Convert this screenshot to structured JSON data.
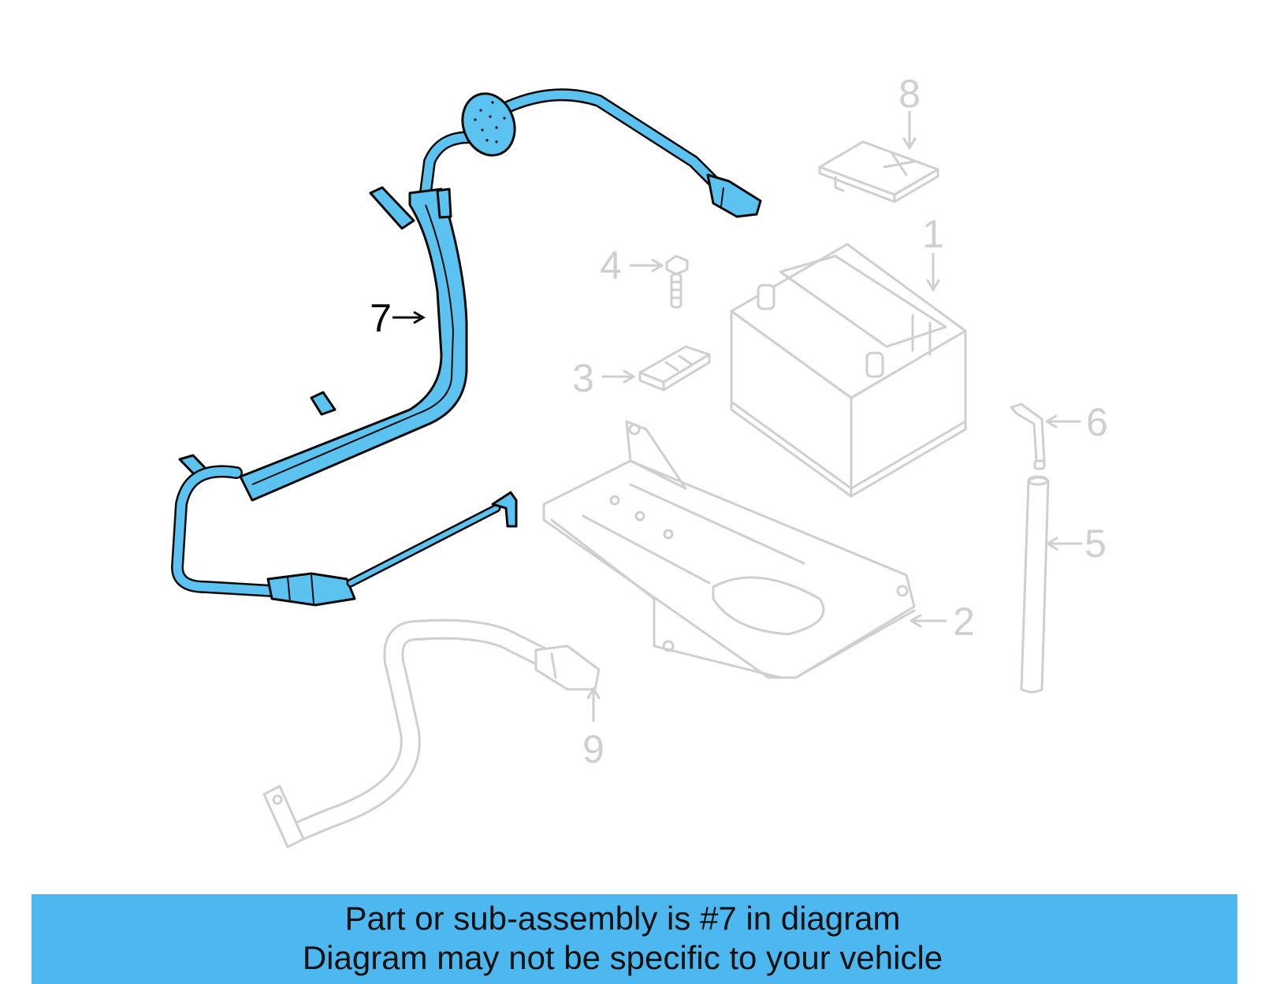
{
  "callouts": {
    "c1": "1",
    "c2": "2",
    "c3": "3",
    "c4": "4",
    "c5": "5",
    "c6": "6",
    "c7": "7",
    "c8": "8",
    "c9": "9"
  },
  "highlighted_part": "7",
  "colors": {
    "highlight": "#5cc2f0",
    "banner": "#4db8f0",
    "inactive": "#cfcfcf"
  },
  "banner": {
    "line1": "Part or sub-assembly is #7 in diagram",
    "line2": "Diagram may not be specific to your vehicle"
  }
}
